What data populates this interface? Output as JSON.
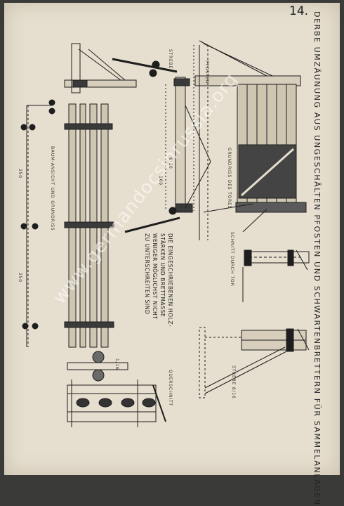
{
  "page_number": "14.",
  "title": "DERBE UMZÄUNUNG AUS UNGESCHÄLTEN PFOSTEN UND SCHWARTENBRETTERN FÜR SAMMELANLAGEN",
  "labels": {
    "elevation_plan": "BAUM-ANSICHT UND GRUNDRISS",
    "cross_section": "QUERSCHNITT",
    "gate_side": "SCHNITT DURCH TOR",
    "hinge_detail": "GRUNDRISS DES TORES",
    "strebe": "STREBE",
    "strebe_2": "STREBE 8/16",
    "pfosten": "PFOSTEN",
    "dim_250": "250",
    "dim_250b": "250",
    "dim_160": "160",
    "dim_116": "1/16",
    "dim_610": "6/10"
  },
  "note": "DIE EINGESCHRIEBENEN HOLZ-\nSTÄRKEN UND BRETTMASSE\nWENIGER MÖGLICHST NICHT\nZU UNTERSCHREITEN SIND",
  "watermark": "www.germandocsinrussia.org",
  "colors": {
    "paper": "#e6dfcf",
    "ink": "#1e1e1e",
    "border": "#3a3a38"
  }
}
